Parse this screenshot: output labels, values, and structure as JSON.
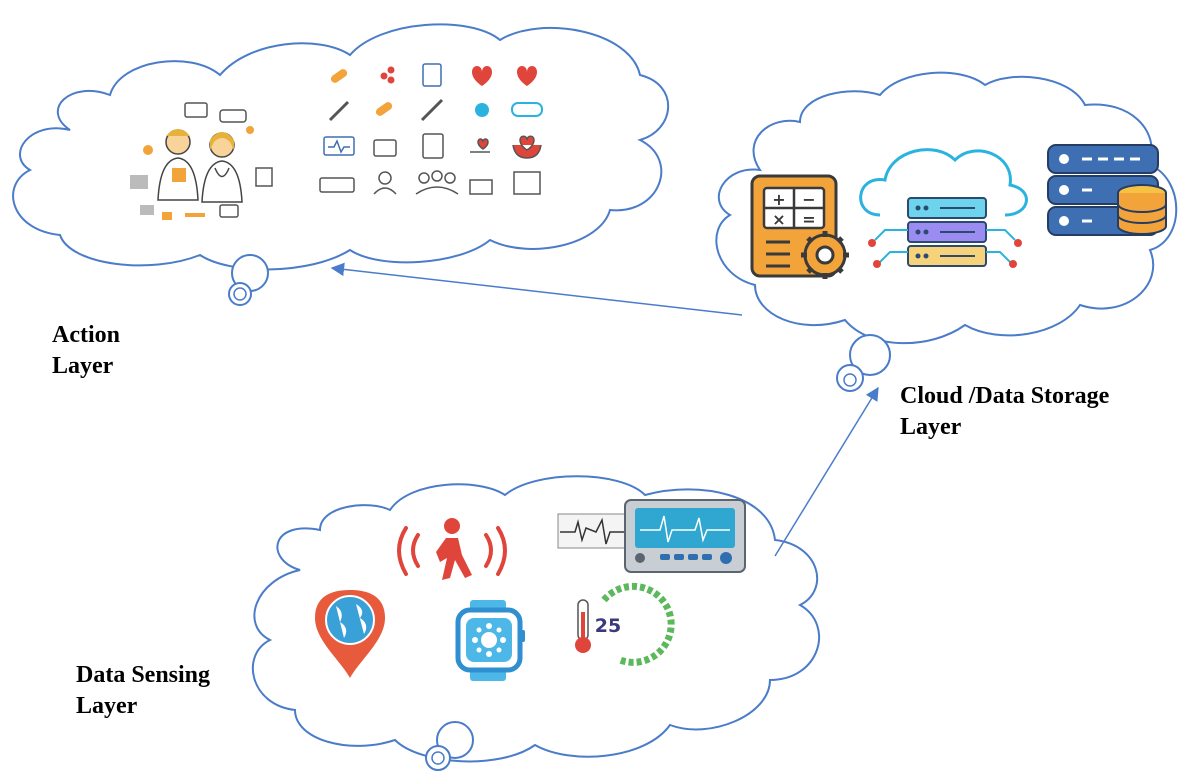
{
  "layers": {
    "action": {
      "line1": "Action",
      "line2": "Layer"
    },
    "cloud": {
      "line1": "Cloud /Data Storage",
      "line2": "Layer"
    },
    "sensing": {
      "line1": "Data Sensing",
      "line2": "Layer"
    }
  },
  "sensing_icons": {
    "thermometer_value": "25"
  },
  "colors": {
    "cloud_outline": "#4a7cc9",
    "arrow": "#4a7cc9",
    "storage_blue": "#3e6fb3",
    "server_cyan": "#2bb3e0",
    "accent_orange": "#f2a33a",
    "alert_red": "#e0453b"
  }
}
